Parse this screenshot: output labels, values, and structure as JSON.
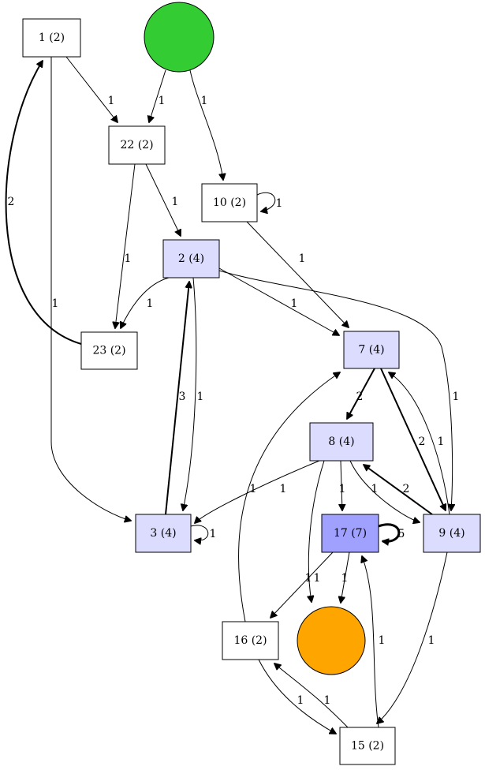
{
  "colors": {
    "start": "#33cc33",
    "end": "#ffa500",
    "light": "#dcdcff",
    "dark": "#a0a0ff",
    "plain": "#ffffff"
  },
  "nodes": [
    {
      "id": "start",
      "label": "",
      "shape": "circle",
      "fill": "start"
    },
    {
      "id": "n1",
      "label": "1 (2)",
      "shape": "rect",
      "fill": "plain"
    },
    {
      "id": "n22",
      "label": "22 (2)",
      "shape": "rect",
      "fill": "plain"
    },
    {
      "id": "n10",
      "label": "10 (2)",
      "shape": "rect",
      "fill": "plain"
    },
    {
      "id": "n2",
      "label": "2 (4)",
      "shape": "rect",
      "fill": "light"
    },
    {
      "id": "n23",
      "label": "23 (2)",
      "shape": "rect",
      "fill": "plain"
    },
    {
      "id": "n7",
      "label": "7 (4)",
      "shape": "rect",
      "fill": "light"
    },
    {
      "id": "n8",
      "label": "8 (4)",
      "shape": "rect",
      "fill": "light"
    },
    {
      "id": "n3",
      "label": "3 (4)",
      "shape": "rect",
      "fill": "light"
    },
    {
      "id": "n17",
      "label": "17 (7)",
      "shape": "rect",
      "fill": "dark"
    },
    {
      "id": "n9",
      "label": "9 (4)",
      "shape": "rect",
      "fill": "light"
    },
    {
      "id": "n16",
      "label": "16 (2)",
      "shape": "rect",
      "fill": "plain"
    },
    {
      "id": "end",
      "label": "",
      "shape": "circle",
      "fill": "end"
    },
    {
      "id": "n15",
      "label": "15 (2)",
      "shape": "rect",
      "fill": "plain"
    }
  ],
  "edges": [
    {
      "from": "start",
      "to": "n22",
      "label": "1"
    },
    {
      "from": "start",
      "to": "n10",
      "label": "1"
    },
    {
      "from": "n1",
      "to": "n22",
      "label": "1"
    },
    {
      "from": "n1",
      "to": "n3",
      "label": "1"
    },
    {
      "from": "n23",
      "to": "n1",
      "label": "2"
    },
    {
      "from": "n22",
      "to": "n2",
      "label": "1"
    },
    {
      "from": "n22",
      "to": "n23",
      "label": "1"
    },
    {
      "from": "n10",
      "to": "n10",
      "label": "1"
    },
    {
      "from": "n10",
      "to": "n7",
      "label": "1"
    },
    {
      "from": "n2",
      "to": "n23",
      "label": "1"
    },
    {
      "from": "n2",
      "to": "n7",
      "label": "1"
    },
    {
      "from": "n2",
      "to": "n9",
      "label": "1"
    },
    {
      "from": "n2",
      "to": "n3",
      "label": "1"
    },
    {
      "from": "n3",
      "to": "n2",
      "label": "3"
    },
    {
      "from": "n3",
      "to": "n3",
      "label": "1"
    },
    {
      "from": "n7",
      "to": "n8",
      "label": "2"
    },
    {
      "from": "n7",
      "to": "n9",
      "label": "2"
    },
    {
      "from": "n9",
      "to": "n7",
      "label": "1"
    },
    {
      "from": "n8",
      "to": "n3",
      "label": "1"
    },
    {
      "from": "n8",
      "to": "n17",
      "label": "1"
    },
    {
      "from": "n8",
      "to": "end",
      "label": "1"
    },
    {
      "from": "n8",
      "to": "n9",
      "label": "1"
    },
    {
      "from": "n9",
      "to": "n8",
      "label": "2"
    },
    {
      "from": "n17",
      "to": "n17",
      "label": "5"
    },
    {
      "from": "n17",
      "to": "n16",
      "label": "1"
    },
    {
      "from": "n17",
      "to": "end",
      "label": "1"
    },
    {
      "from": "n9",
      "to": "n15",
      "label": "1"
    },
    {
      "from": "n16",
      "to": "n7",
      "label": "1"
    },
    {
      "from": "n16",
      "to": "n15",
      "label": "1"
    },
    {
      "from": "n15",
      "to": "n16",
      "label": "1"
    },
    {
      "from": "n15",
      "to": "n17",
      "label": "1"
    }
  ]
}
